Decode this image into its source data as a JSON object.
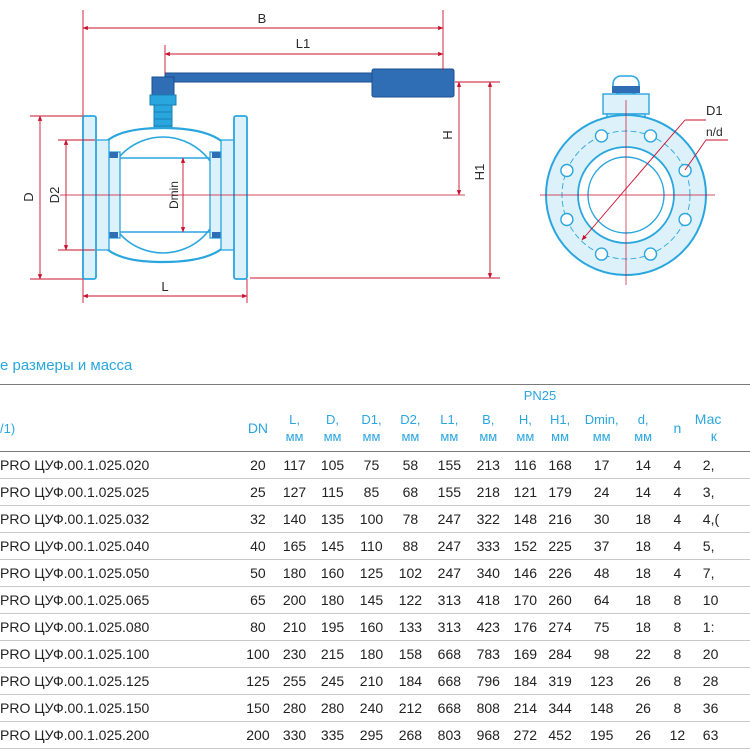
{
  "drawing": {
    "dim_B": "B",
    "dim_L1": "L1",
    "dim_H": "H",
    "dim_H1": "H1",
    "dim_D": "D",
    "dim_D2": "D2",
    "dim_Dmin": "Dmin",
    "dim_L": "L",
    "dim_D1": "D1",
    "dim_nd": "n/d",
    "colors": {
      "body": "#2aa6df",
      "handle": "#2f6db5",
      "dimension": "#c8102e",
      "fill": "#ddf1fb"
    }
  },
  "section_title": "е размеры и масса",
  "table": {
    "header_left": "/1)",
    "pn_label": "PN25",
    "dn_label": "DN",
    "columns": [
      {
        "name": "L,",
        "unit": "мм"
      },
      {
        "name": "D,",
        "unit": "мм"
      },
      {
        "name": "D1,",
        "unit": "мм"
      },
      {
        "name": "D2,",
        "unit": "мм"
      },
      {
        "name": "L1,",
        "unit": "мм"
      },
      {
        "name": "B,",
        "unit": "мм"
      },
      {
        "name": "H,",
        "unit": "мм"
      },
      {
        "name": "H1,",
        "unit": "мм"
      },
      {
        "name": "Dmin,",
        "unit": "мм"
      },
      {
        "name": "d,",
        "unit": "мм"
      }
    ],
    "n_label": "n",
    "mass_label": "Мас",
    "mass_unit": "к",
    "rows": [
      {
        "model": "PRO ЦУФ.00.1.025.020",
        "dn": "20",
        "L": "117",
        "D": "105",
        "D1": "75",
        "D2": "58",
        "L1": "155",
        "B": "213",
        "H": "116",
        "H1": "168",
        "Dmin": "17",
        "d": "14",
        "n": "4",
        "mass": "2,"
      },
      {
        "model": "PRO ЦУФ.00.1.025.025",
        "dn": "25",
        "L": "127",
        "D": "115",
        "D1": "85",
        "D2": "68",
        "L1": "155",
        "B": "218",
        "H": "121",
        "H1": "179",
        "Dmin": "24",
        "d": "14",
        "n": "4",
        "mass": "3,"
      },
      {
        "model": "PRO ЦУФ.00.1.025.032",
        "dn": "32",
        "L": "140",
        "D": "135",
        "D1": "100",
        "D2": "78",
        "L1": "247",
        "B": "322",
        "H": "148",
        "H1": "216",
        "Dmin": "30",
        "d": "18",
        "n": "4",
        "mass": "4,("
      },
      {
        "model": "PRO ЦУФ.00.1.025.040",
        "dn": "40",
        "L": "165",
        "D": "145",
        "D1": "110",
        "D2": "88",
        "L1": "247",
        "B": "333",
        "H": "152",
        "H1": "225",
        "Dmin": "37",
        "d": "18",
        "n": "4",
        "mass": "5,"
      },
      {
        "model": "PRO ЦУФ.00.1.025.050",
        "dn": "50",
        "L": "180",
        "D": "160",
        "D1": "125",
        "D2": "102",
        "L1": "247",
        "B": "340",
        "H": "146",
        "H1": "226",
        "Dmin": "48",
        "d": "18",
        "n": "4",
        "mass": "7,"
      },
      {
        "model": "PRO ЦУФ.00.1.025.065",
        "dn": "65",
        "L": "200",
        "D": "180",
        "D1": "145",
        "D2": "122",
        "L1": "313",
        "B": "418",
        "H": "170",
        "H1": "260",
        "Dmin": "64",
        "d": "18",
        "n": "8",
        "mass": "10"
      },
      {
        "model": "PRO ЦУФ.00.1.025.080",
        "dn": "80",
        "L": "210",
        "D": "195",
        "D1": "160",
        "D2": "133",
        "L1": "313",
        "B": "423",
        "H": "176",
        "H1": "274",
        "Dmin": "75",
        "d": "18",
        "n": "8",
        "mass": "1:"
      },
      {
        "model": "PRO ЦУФ.00.1.025.100",
        "dn": "100",
        "L": "230",
        "D": "215",
        "D1": "180",
        "D2": "158",
        "L1": "668",
        "B": "783",
        "H": "169",
        "H1": "284",
        "Dmin": "98",
        "d": "22",
        "n": "8",
        "mass": "20"
      },
      {
        "model": "PRO ЦУФ.00.1.025.125",
        "dn": "125",
        "L": "255",
        "D": "245",
        "D1": "210",
        "D2": "184",
        "L1": "668",
        "B": "796",
        "H": "184",
        "H1": "319",
        "Dmin": "123",
        "d": "26",
        "n": "8",
        "mass": "28"
      },
      {
        "model": "PRO ЦУФ.00.1.025.150",
        "dn": "150",
        "L": "280",
        "D": "280",
        "D1": "240",
        "D2": "212",
        "L1": "668",
        "B": "808",
        "H": "214",
        "H1": "344",
        "Dmin": "148",
        "d": "26",
        "n": "8",
        "mass": "36"
      },
      {
        "model": "PRO ЦУФ.00.1.025.200",
        "dn": "200",
        "L": "330",
        "D": "335",
        "D1": "295",
        "D2": "268",
        "L1": "803",
        "B": "968",
        "H": "272",
        "H1": "452",
        "Dmin": "195",
        "d": "26",
        "n": "12",
        "mass": "63"
      }
    ]
  }
}
